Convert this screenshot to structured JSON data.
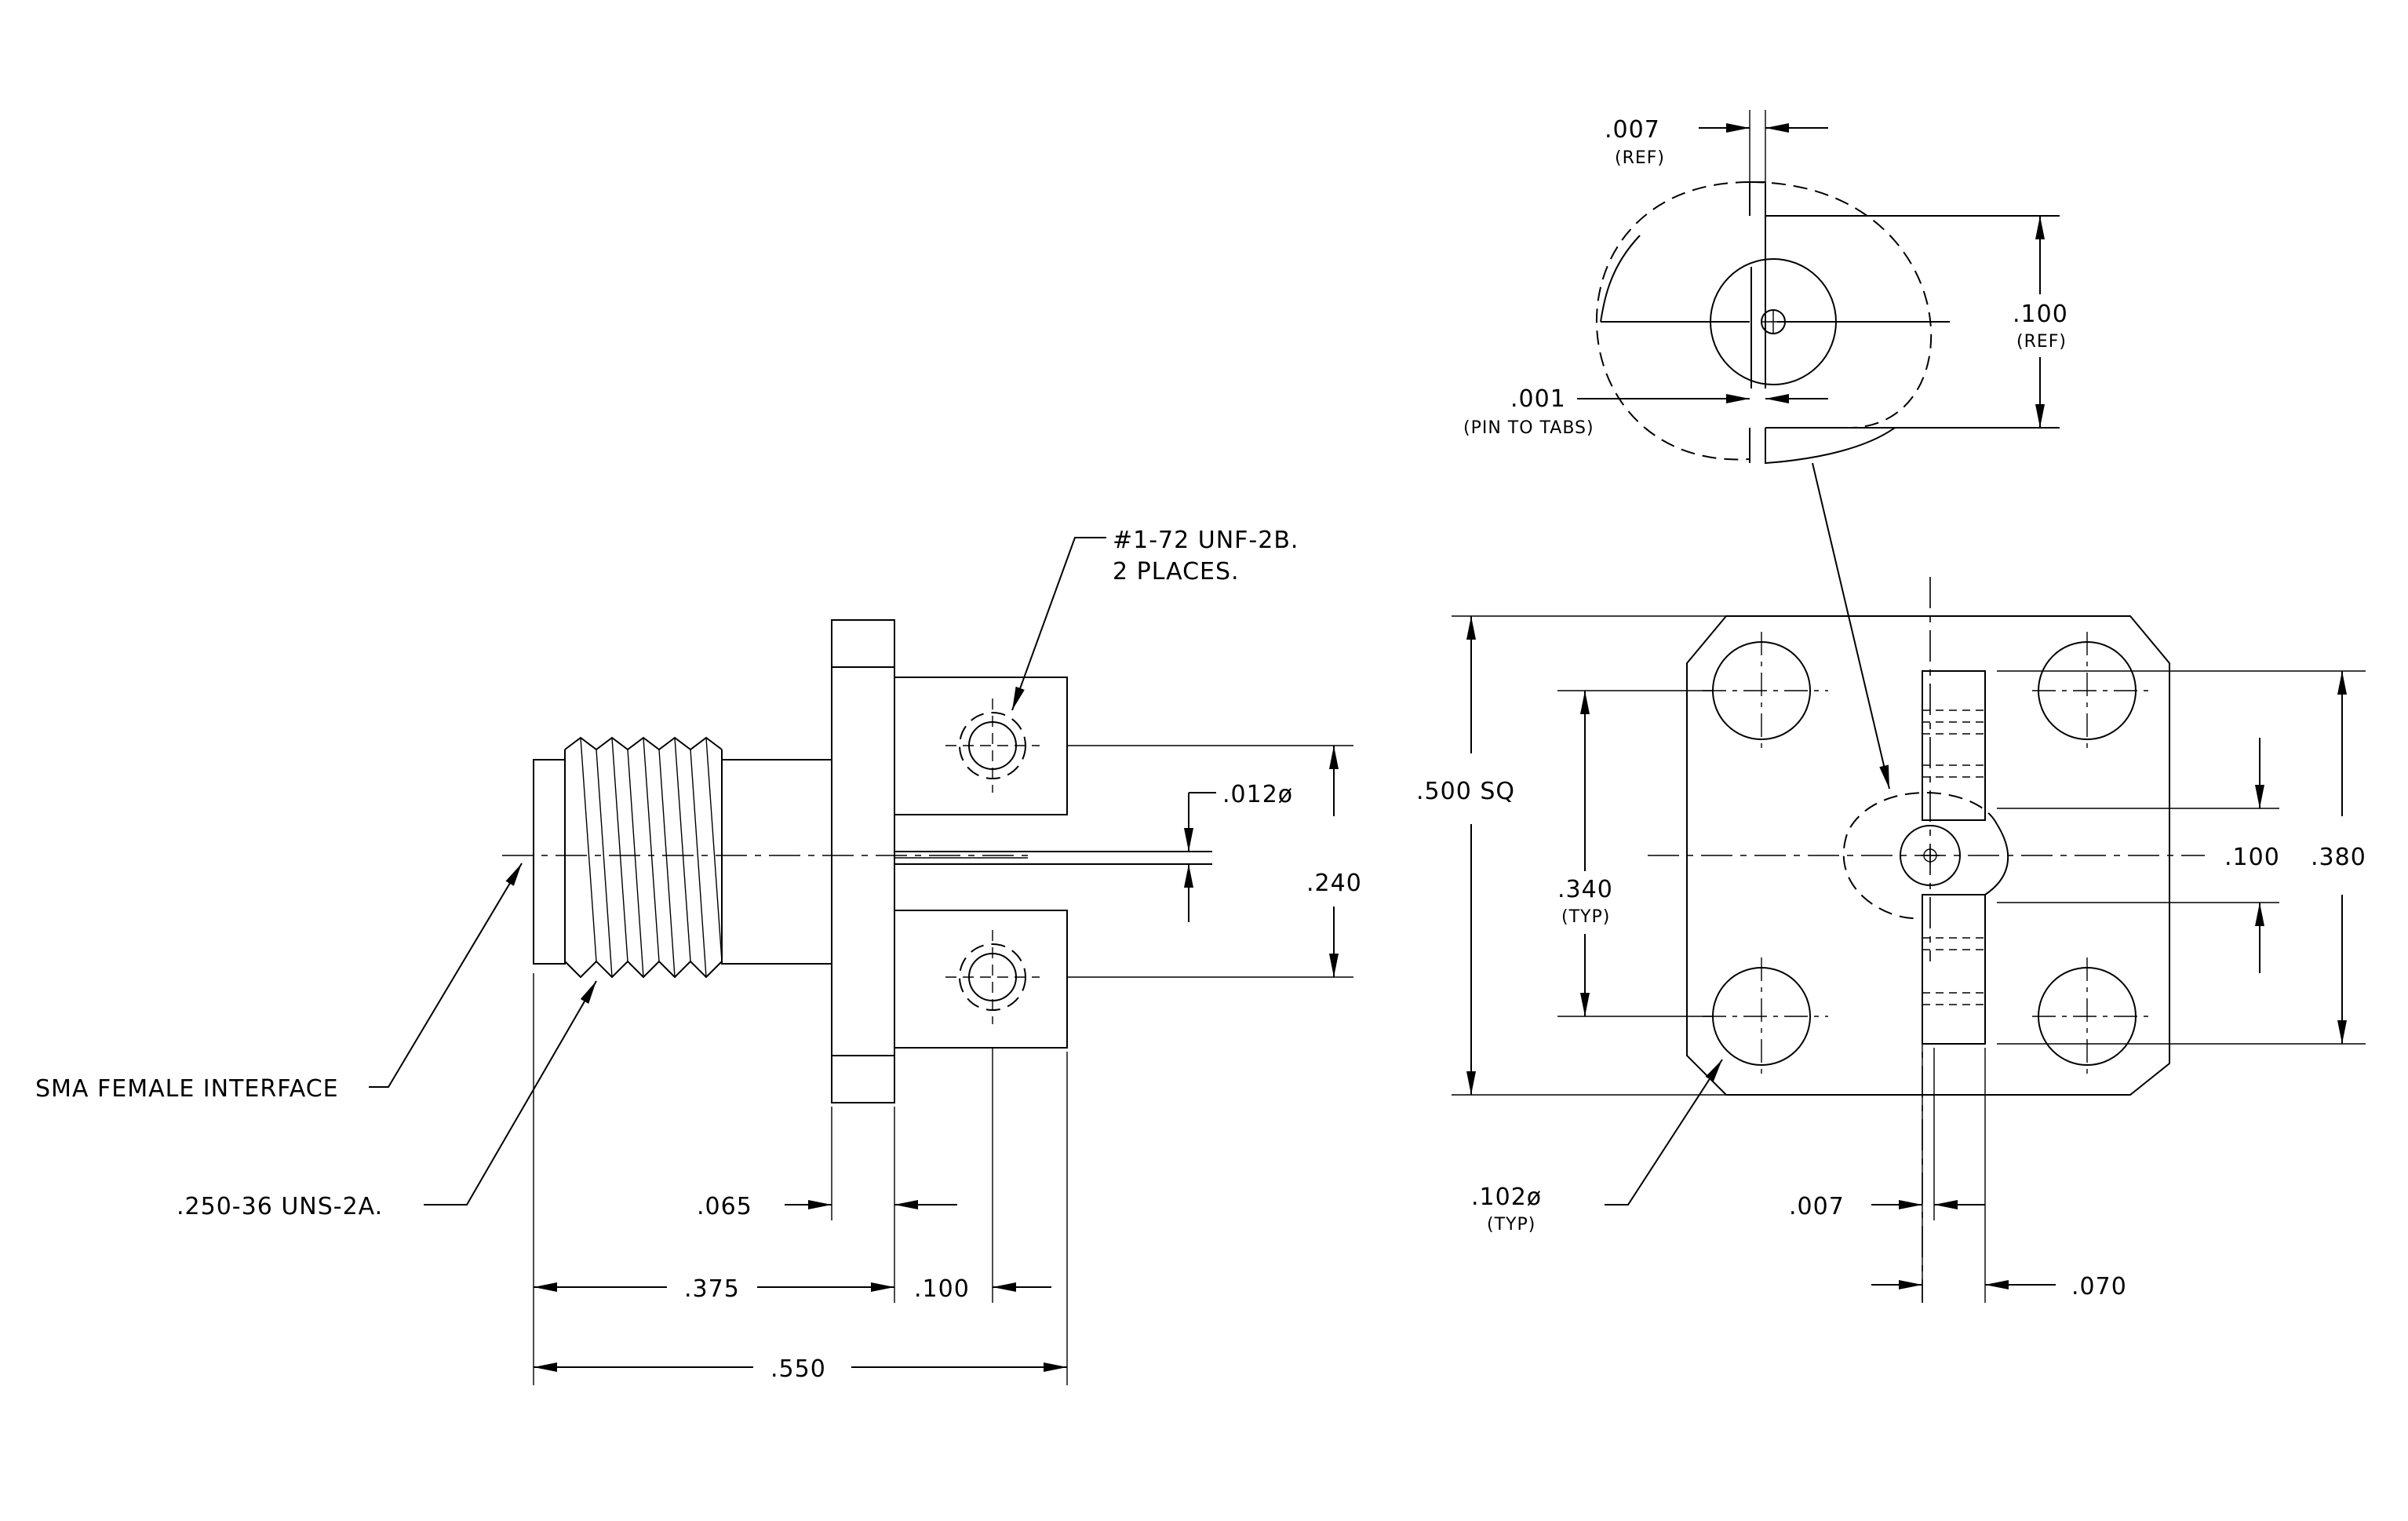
{
  "labels": {
    "thread_callout_1": "#1-72 UNF-2B.",
    "thread_callout_2": "2 PLACES.",
    "pin_dia": ".012ø",
    "hole_spacing": ".240",
    "sma_interface": "SMA FEMALE INTERFACE",
    "outer_thread": ".250-36 UNS-2A.",
    "flange_thk": ".065",
    "body_len": ".375",
    "tab_len": ".100",
    "overall_len": ".550",
    "detail_gap": ".007",
    "detail_gap_sub": "(REF)",
    "detail_height": ".100",
    "detail_height_sub": "(REF)",
    "pin_to_tabs": ".001",
    "pin_to_tabs_sub": "(PIN TO TABS)",
    "square": ".500 SQ",
    "bolt_spacing": ".340",
    "bolt_spacing_sub": "(TYP)",
    "tab_gap": ".100",
    "tab_span": ".380",
    "hole_dia": ".102ø",
    "hole_dia_sub": "(TYP)",
    "tab_offset": ".007",
    "tab_width": ".070"
  }
}
